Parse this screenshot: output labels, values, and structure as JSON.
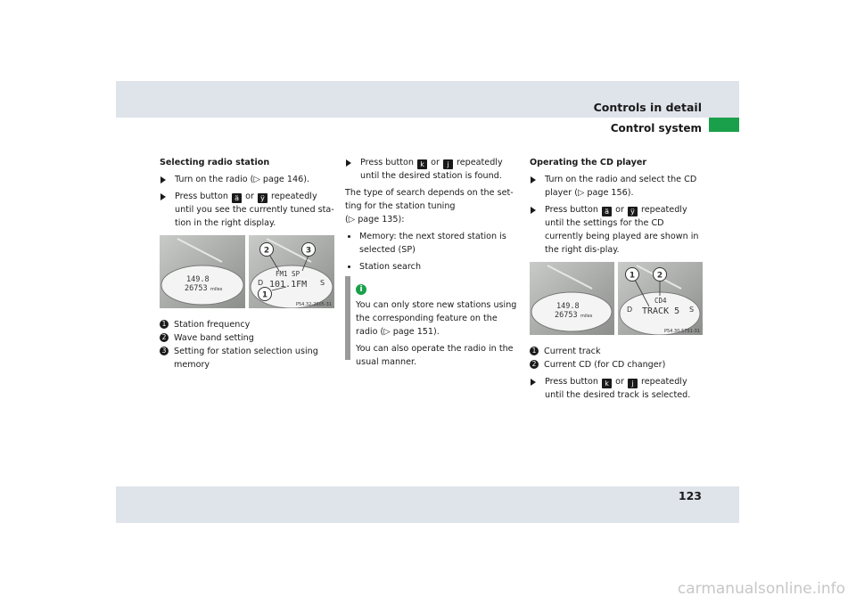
{
  "header": {
    "section": "Controls in detail",
    "subsection": "Control system"
  },
  "footer": {
    "page_number": "123"
  },
  "watermark": "carmanualsonline.info",
  "col1": {
    "heading": "Selecting radio station",
    "step1": {
      "before": "Turn on the radio (",
      "arrow": "▷",
      "after": " page 146)."
    },
    "step2": {
      "before": "Press button",
      "key_a": "ä",
      "or": "or",
      "key_b": "ÿ",
      "after": "repeatedly until you see the currently tuned sta-tion in the right display."
    },
    "figure": {
      "left_line1": "149.8",
      "left_line2": "26753",
      "left_unit": "miles",
      "right_line1": "FM1 SP",
      "right_line2": "101.1FM",
      "right_left_letter": "D",
      "right_right_letter": "S",
      "callout1": "1",
      "callout2": "2",
      "callout3": "3",
      "code": "P54.32-2605-31"
    },
    "legend": [
      {
        "num": "1",
        "text": "Station frequency"
      },
      {
        "num": "2",
        "text": "Wave band setting"
      },
      {
        "num": "3",
        "text": "Setting for station selection using memory"
      }
    ]
  },
  "col2": {
    "step": {
      "before": "Press button",
      "key_a": "k",
      "or": "or",
      "key_b": "j",
      "after": "repeatedly until the desired station is found."
    },
    "para": "The type of search depends on the set-ting for the station tuning",
    "para_ref": {
      "before": "(",
      "arrow": "▷",
      "after": " page 135):"
    },
    "bullets": [
      "Memory: the next stored station is selected (SP)",
      "Station search"
    ],
    "info_icon": "i",
    "info1": {
      "before": "You can only store new stations using the corresponding feature on the radio (",
      "arrow": "▷",
      "after": " page 151)."
    },
    "info2": "You can also operate the radio in the usual manner."
  },
  "col3": {
    "heading": "Operating the CD player",
    "step1": {
      "before": "Turn on the radio and select the CD player (",
      "arrow": "▷",
      "after": " page 156)."
    },
    "step2": {
      "before": "Press button",
      "key_a": "ä",
      "or": "or",
      "key_b": "ÿ",
      "after": "repeatedly until the settings for the CD currently being played are shown in the right dis-play."
    },
    "figure": {
      "left_line1": "149.8",
      "left_line2": "26753",
      "left_unit": "miles",
      "right_line1": "CD4",
      "right_line2": "TRACK 5",
      "right_left_letter": "D",
      "right_right_letter": "S",
      "callout1": "1",
      "callout2": "2",
      "code": "P54.30-5751-31"
    },
    "legend": [
      {
        "num": "1",
        "text": "Current track"
      },
      {
        "num": "2",
        "text": "Current CD (for CD changer)"
      }
    ],
    "step3": {
      "before": "Press button",
      "key_a": "k",
      "or": "or",
      "key_b": "j",
      "after": "repeatedly until the desired track is selected."
    }
  }
}
